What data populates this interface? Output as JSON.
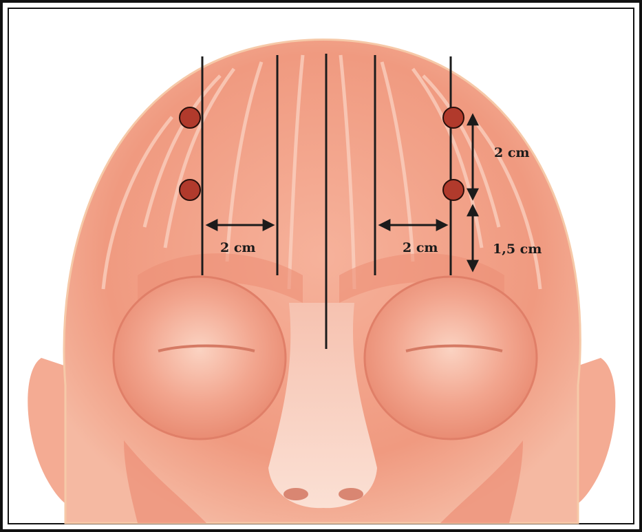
{
  "figure": {
    "measurements": {
      "left_horizontal": "2 cm",
      "right_horizontal": "2 cm",
      "right_vertical_upper": "2 cm",
      "right_vertical_lower": "1,5 cm"
    },
    "colors": {
      "skin": "#f3a58c",
      "skin_light": "#fbd8c8",
      "muscle": "#ee8e76",
      "point_fill": "#b13a2c",
      "line": "#1b1b1b"
    },
    "points": [
      "injection-point",
      "injection-point",
      "injection-point",
      "injection-point"
    ]
  }
}
